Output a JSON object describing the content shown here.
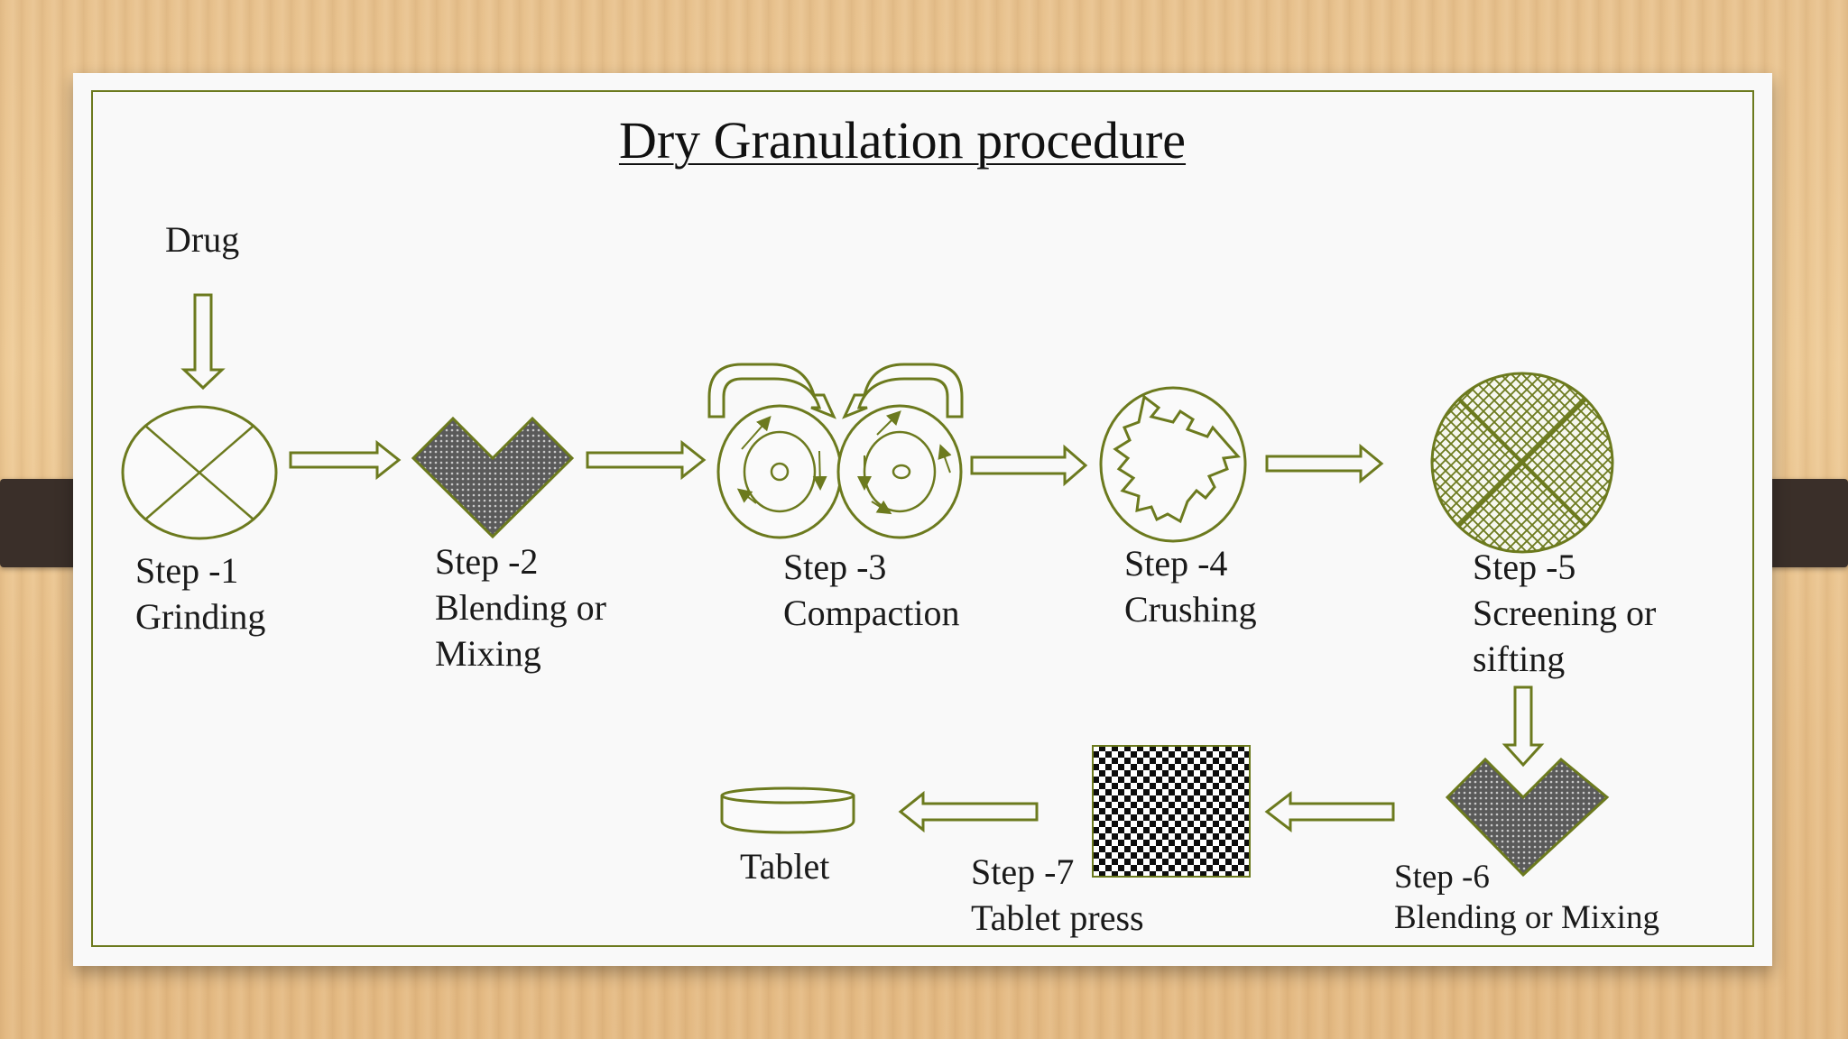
{
  "title": "Dry Granulation procedure",
  "colors": {
    "accent": "#6c7a1e",
    "hatch": "#7b8a2a",
    "dark_fill": "#4a4a4a"
  },
  "input_label": "Drug",
  "steps": [
    {
      "step": "Step -1",
      "name": "Grinding",
      "name_line2": "",
      "icon": "circle-cross-icon"
    },
    {
      "step": "Step -2",
      "name": "Blending or",
      "name_line2": "Mixing",
      "icon": "heart-blender-icon"
    },
    {
      "step": "Step -3",
      "name": "Compaction",
      "name_line2": "",
      "icon": "roller-compactor-icon"
    },
    {
      "step": "Step -4",
      "name": "Crushing",
      "name_line2": "",
      "icon": "crushing-mill-icon"
    },
    {
      "step": "Step -5",
      "name": "Screening or",
      "name_line2": "sifting",
      "icon": "sieve-icon"
    },
    {
      "step": "Step -6",
      "name": "Blending or Mixing",
      "name_line2": "",
      "icon": "heart-blender-icon"
    },
    {
      "step": "Step -7",
      "name": "Tablet press",
      "name_line2": "",
      "icon": "checkered-press-icon"
    }
  ],
  "output_label": "Tablet",
  "output_icon": "tablet-icon",
  "arrow_icon": "outline-arrow-icon"
}
